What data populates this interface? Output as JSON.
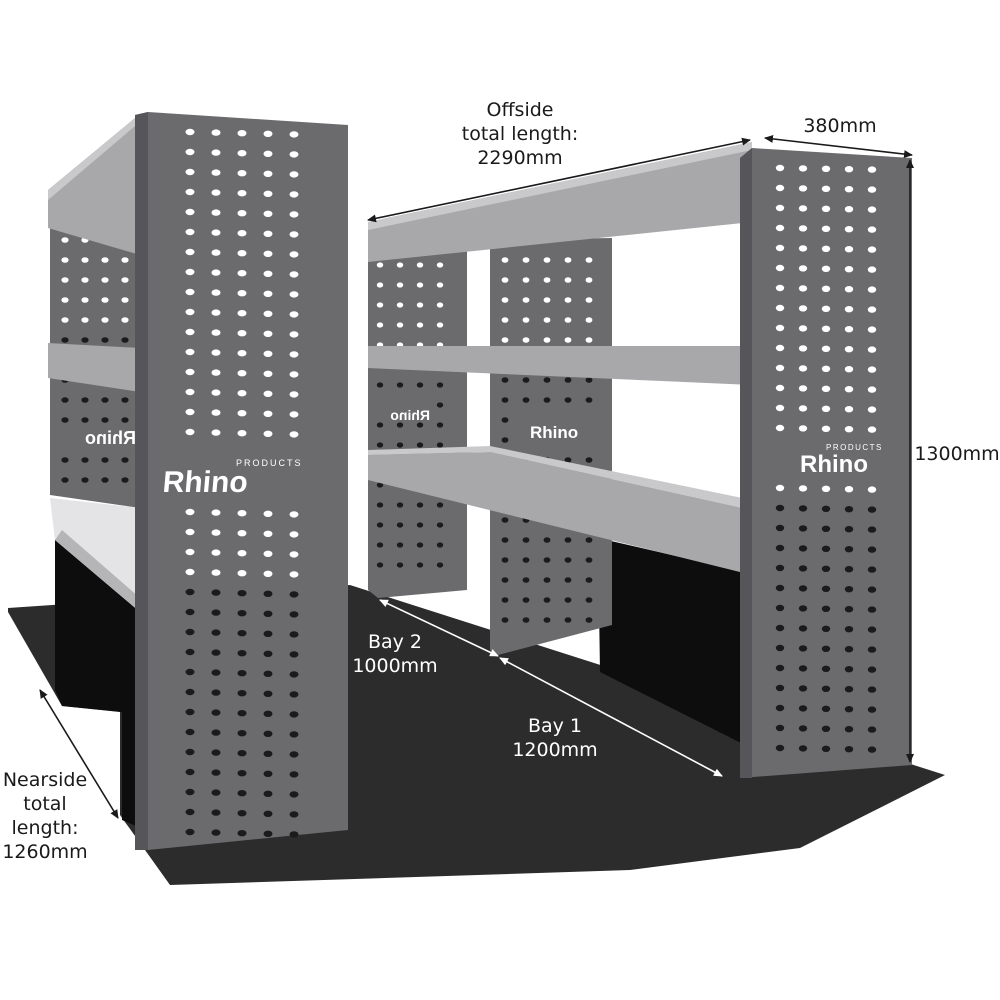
{
  "labels": {
    "offside_line1": "Offside",
    "offside_line2": "total length:",
    "offside_line3": "2290mm",
    "depth": "380mm",
    "height": "1300mm",
    "bay2_line1": "Bay 2",
    "bay2_line2": "1000mm",
    "bay1_line1": "Bay 1",
    "bay1_line2": "1200mm",
    "nearside_line1": "Nearside",
    "nearside_line2": "total",
    "nearside_line3": "length:",
    "nearside_line4": "1260mm"
  },
  "logo": {
    "brand": "Rhino",
    "tagline": "PRODUCTS"
  },
  "colors": {
    "panel": "#6b6b6e",
    "panel_dark": "#55555a",
    "shelf": "#a8a8ab",
    "shelf_light": "#c9c9cc",
    "floor": "#2c2c2c",
    "void": "#0d0d0d",
    "arrow": "#1a1a1a"
  }
}
